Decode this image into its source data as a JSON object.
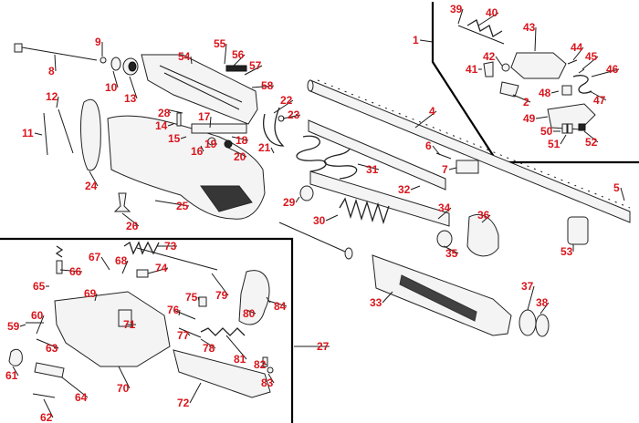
{
  "colors": {
    "label": "#d9161d",
    "lines": "#1a1a1a",
    "background": "#ffffff"
  },
  "part_numbers": [
    "1",
    "2",
    "4",
    "5",
    "6",
    "7",
    "8",
    "9",
    "10",
    "11",
    "12",
    "13",
    "14",
    "15",
    "16",
    "17",
    "18",
    "19",
    "20",
    "21",
    "22",
    "23",
    "24",
    "25",
    "26",
    "27",
    "28",
    "29",
    "30",
    "31",
    "32",
    "33",
    "34",
    "35",
    "36",
    "37",
    "38",
    "39",
    "40",
    "41",
    "42",
    "43",
    "44",
    "45",
    "46",
    "47",
    "48",
    "49",
    "50",
    "51",
    "52",
    "53",
    "54",
    "55",
    "56",
    "57",
    "58",
    "59",
    "60",
    "61",
    "62",
    "63",
    "64",
    "65",
    "66",
    "67",
    "68",
    "69",
    "70",
    "71",
    "72",
    "73",
    "74",
    "75",
    "76",
    "77",
    "78",
    "79",
    "80",
    "81",
    "82",
    "83",
    "84"
  ]
}
